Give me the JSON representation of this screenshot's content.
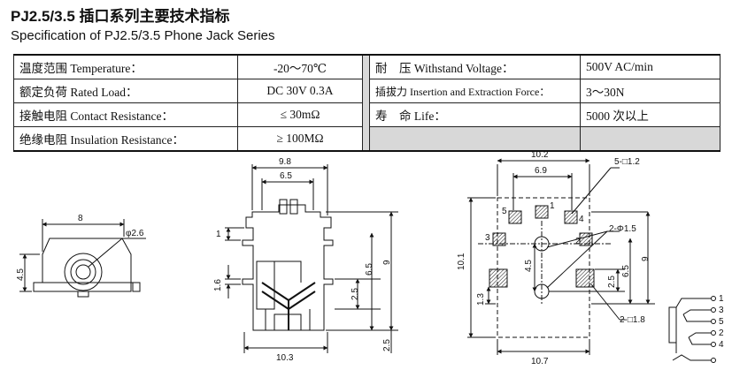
{
  "header": {
    "title_cn": "PJ2.5/3.5 插口系列主要技术指标",
    "title_en": "Specification of PJ2.5/3.5 Phone Jack Series"
  },
  "spec_table": {
    "rows": [
      {
        "l_label": "温度范围 Temperature：",
        "l_value": "-20～70℃",
        "r_label": "耐　压 Withstand Voltage：",
        "r_value": "500V AC/min"
      },
      {
        "l_label": "额定负荷 Rated Load：",
        "l_value": "DC 30V 0.3A",
        "r_label": "插拔力 Insertion and Extraction Force：",
        "r_value": "3～30N"
      },
      {
        "l_label": "接触电阻 Contact Resistance：",
        "l_value": "≤ 30mΩ",
        "r_label": "寿　命 Life：",
        "r_value": "5000 次以上"
      },
      {
        "l_label": "绝缘电阻 Insulation Resistance：",
        "l_value": "≥ 100MΩ",
        "r_label": "",
        "r_value": ""
      }
    ]
  },
  "drawing": {
    "side_view": {
      "width": "8",
      "hole": "φ2.6",
      "height": "4.5"
    },
    "front_view": {
      "top_width": "9.8",
      "inner_width": "6.5",
      "bottom_width": "10.3",
      "dim_1": "1",
      "dim_1_6": "1.6",
      "dim_2_5a": "2.5",
      "dim_6_5": "6.5",
      "dim_9": "9",
      "dim_2_5b": "2.5"
    },
    "pcb_view": {
      "top_width": "10.2",
      "pin_pitch": "6.9",
      "pads": "5-□1.2",
      "holes": "2-Φ1.5",
      "bottom_pads": "2-□1.8",
      "height": "10.1",
      "dim_4_5": "4.5",
      "dim_1_3": "1.3",
      "dim_2_5": "2.5",
      "dim_6_5": "6.5",
      "dim_9": "9",
      "bottom_width": "10.7",
      "pad_numbers": [
        "1",
        "2",
        "3",
        "4",
        "5"
      ]
    },
    "schematic": {
      "pins": [
        "1",
        "3",
        "5",
        "2",
        "4"
      ]
    }
  }
}
